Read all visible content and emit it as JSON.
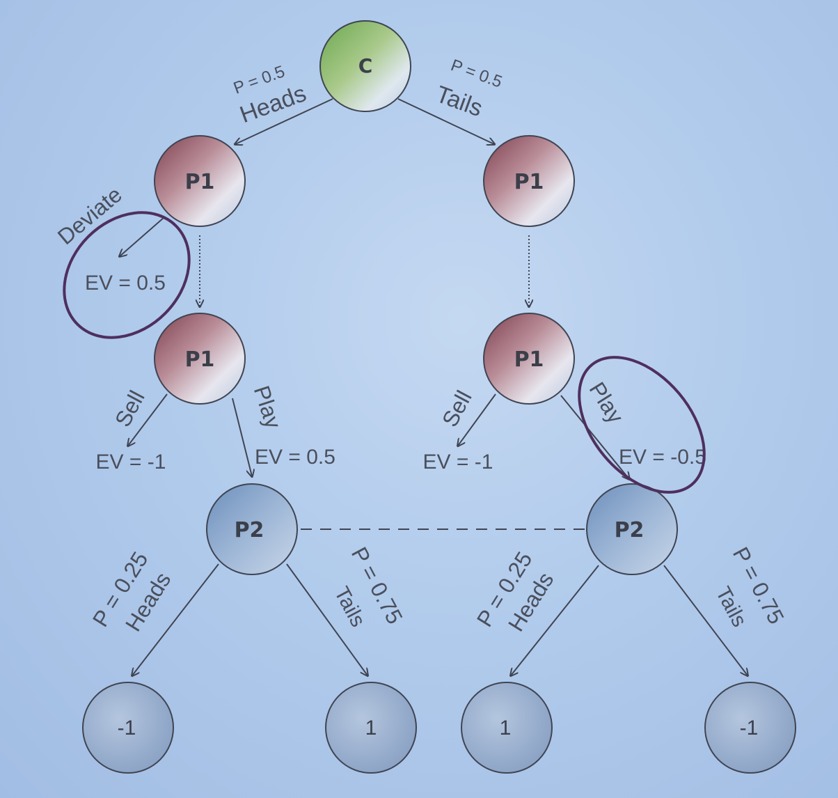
{
  "nodes": {
    "chance": "C",
    "p1_heads_top": "P1",
    "p1_tails_top": "P1",
    "p1_heads_mid": "P1",
    "p1_tails_mid": "P1",
    "p2_left": "P2",
    "p2_right": "P2"
  },
  "leaves": {
    "ll": "-1",
    "lr": "1",
    "rl": "1",
    "rr": "-1"
  },
  "edge_labels": {
    "heads_prob": "P = 0.5",
    "heads": "Heads",
    "tails_prob": "P = 0.5",
    "tails": "Tails",
    "deviate": "Deviate",
    "deviate_ev": "EV = 0.5",
    "left_sell": "Sell",
    "left_sell_ev": "EV = -1",
    "left_play": "Play",
    "left_play_ev": "EV = 0.5",
    "right_sell": "Sell",
    "right_sell_ev": "EV = -1",
    "right_play": "Play",
    "right_play_ev": "EV = -0.5",
    "p2l_heads_prob": "P = 0.25",
    "p2l_heads": "Heads",
    "p2l_tails_prob": "P = 0.75",
    "p2l_tails": "Tails",
    "p2r_heads_prob": "P = 0.25",
    "p2r_heads": "Heads",
    "p2r_tails_prob": "P = 0.75",
    "p2r_tails": "Tails"
  },
  "colors": {
    "outline": "#3f4452",
    "chance_fill": "#6aa84f",
    "p1_fill": "#8a4a5a",
    "p2_fill": "#7f9fc4",
    "leaf_fill": "#8ea6c8",
    "highlight": "#5a3a6a"
  }
}
